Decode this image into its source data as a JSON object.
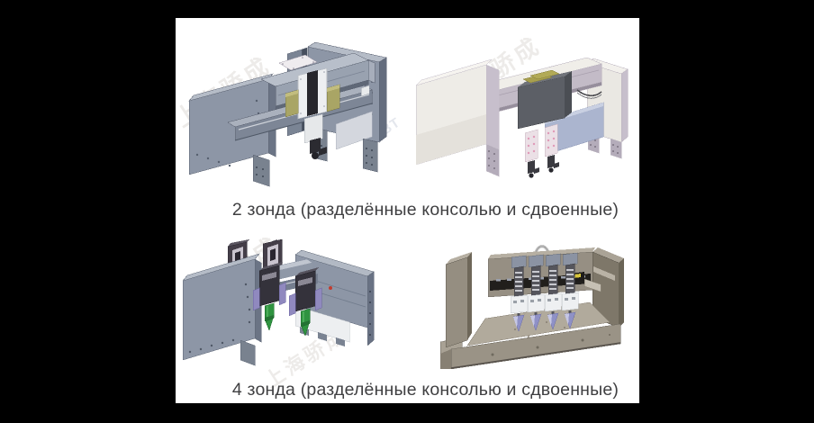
{
  "page": {
    "letterbox_color": "#000000",
    "page_color": "#ffffff"
  },
  "captions": {
    "two_probes": "2 зонда (разделённые консолью и сдвоенные)",
    "four_probes": "4 зонда (разделённые консолью и сдвоенные)"
  },
  "watermarks": [
    {
      "text": "上海骄成"
    },
    {
      "text": "上海骄成"
    },
    {
      "text": "BT"
    },
    {
      "text": "上海骄成"
    },
    {
      "text": "上海骄成"
    }
  ],
  "colors": {
    "steel_gray": "#8d96a6",
    "steel_top": "#b5bcc7",
    "steel_dark": "#646d7e",
    "ivory": "#edebe6",
    "lavender_side": "#c7bfcc",
    "panel_blue": "#abb5cf",
    "olive_block": "#aca452",
    "carriage_dark": "#5c5f66",
    "probe_green": "#2f9340",
    "probe_purple": "#8f91c6",
    "tower_dark": "#443e48",
    "greige": "#958e81",
    "greige_top": "#b6afa2",
    "floor_tan": "#b1aa9c",
    "caption_text": "#3f3f41"
  }
}
